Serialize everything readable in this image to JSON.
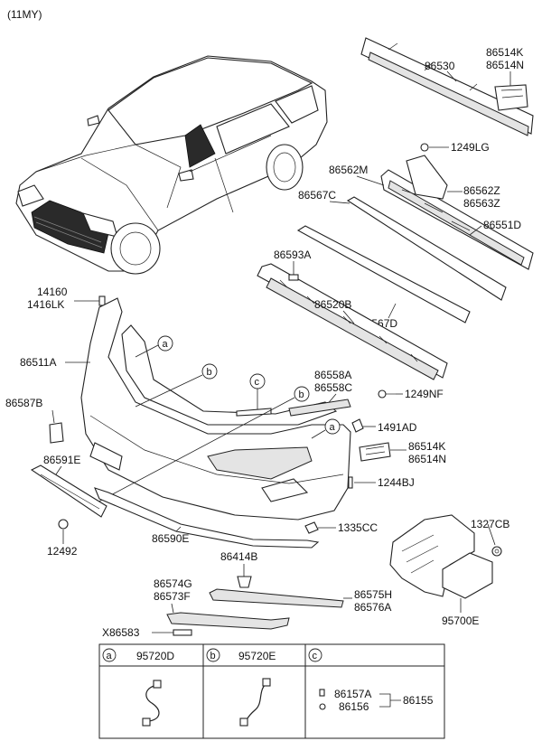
{
  "model_year_tag": "(11MY)",
  "callout_letters": {
    "a": "a",
    "b": "b",
    "c": "c"
  },
  "parts": {
    "p86530": "86530",
    "p86514K_top": "86514K",
    "p86514N_top": "86514N",
    "p1249LG": "1249LG",
    "p86562M": "86562M",
    "p86562Z": "86562Z",
    "p86563Z": "86563Z",
    "p86567C": "86567C",
    "p86551D": "86551D",
    "p86593A": "86593A",
    "p86520B": "86520B",
    "p86567D": "86567D",
    "p14160": "14160",
    "p1416LK": "1416LK",
    "p86511A": "86511A",
    "p86558A": "86558A",
    "p86558C": "86558C",
    "p1249NF": "1249NF",
    "p86587B": "86587B",
    "p1491AD": "1491AD",
    "p86514K_mid": "86514K",
    "p86514N_mid": "86514N",
    "p86591E": "86591E",
    "p1244BJ": "1244BJ",
    "p12492": "12492",
    "p86590E": "86590E",
    "p1335CC": "1335CC",
    "p1327CB": "1327CB",
    "p86414B": "86414B",
    "p86574G": "86574G",
    "p86573F": "86573F",
    "p86575H": "86575H",
    "p86576A": "86576A",
    "p95700E": "95700E",
    "pX86583": "X86583"
  },
  "legend_table": {
    "col_a": {
      "letter": "a",
      "part": "95720D"
    },
    "col_b": {
      "letter": "b",
      "part": "95720E"
    },
    "col_c": {
      "letter": "c",
      "parts": [
        "86157A",
        "86156"
      ],
      "assembly": "86155"
    }
  }
}
